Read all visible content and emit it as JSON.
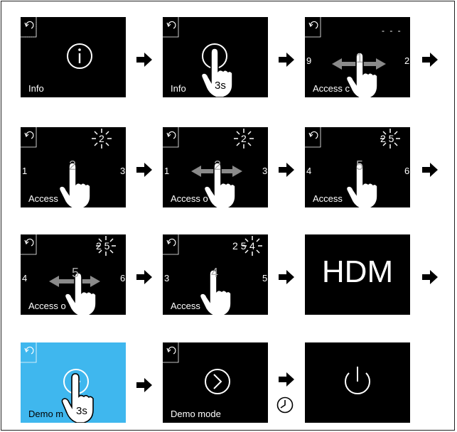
{
  "screens": {
    "s1": {
      "label": "Info"
    },
    "s2": {
      "label": "Info",
      "hold": "3s"
    },
    "s3": {
      "label": "Access c",
      "left": "9",
      "right": "2",
      "center": "1",
      "code": "- - -"
    },
    "s4": {
      "label": "Access",
      "left": "1",
      "right": "3",
      "center": "2",
      "blink": "2"
    },
    "s5": {
      "label": "Access o",
      "left": "1",
      "right": "3",
      "center": "2",
      "blink": "2"
    },
    "s6": {
      "label": "Access",
      "left": "4",
      "right": "6",
      "center": "5",
      "blink": "2 5"
    },
    "s7": {
      "label": "Access o",
      "left": "4",
      "right": "6",
      "center": "5",
      "blink": "2 5"
    },
    "s8": {
      "label": "Access",
      "left": "3",
      "right": "5",
      "center": "4",
      "code": "2 5",
      "blink": "4"
    },
    "s9": {
      "title": "HDM"
    },
    "s10": {
      "label": "Demo m",
      "hold": "3s"
    },
    "s11": {
      "label": "Demo mode"
    }
  },
  "colors": {
    "screen": "#000000",
    "highlight": "#3fb7ee",
    "arrow": "#000000",
    "gray_arrow": "#8a8a8a"
  },
  "icons": [
    "back-icon",
    "info-icon",
    "hand-pointer-icon",
    "swipe-arrow-icon",
    "blink-icon",
    "play-circle-icon",
    "power-icon",
    "clock-icon"
  ]
}
